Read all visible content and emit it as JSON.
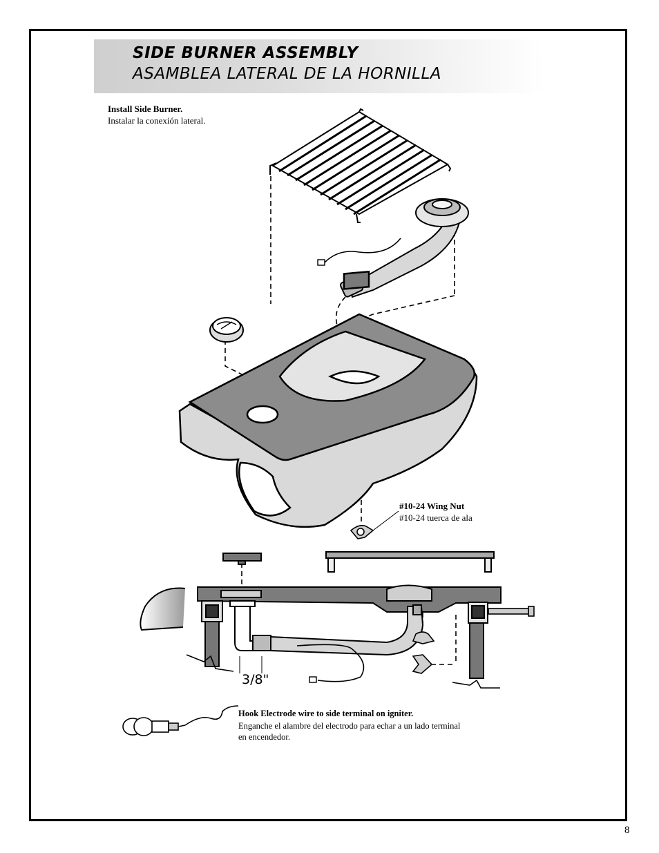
{
  "header": {
    "title_en": "SIDE BURNER ASSEMBLY",
    "title_es": "ASAMBLEA LATERAL DE LA HORNILLA"
  },
  "step": {
    "title": "Install Side Burner.",
    "subtitle": "Instalar la conexión lateral."
  },
  "wing_nut": {
    "label": "#10-24 Wing Nut",
    "label_es": "#10-24 tuerca de ala"
  },
  "measurement": "3/8\"",
  "hook": {
    "title": "Hook Electrode wire to side terminal on igniter.",
    "text": "Enganche el alambre del electrodo para echar a un lado terminal en encendedor."
  },
  "page_number": "8"
}
